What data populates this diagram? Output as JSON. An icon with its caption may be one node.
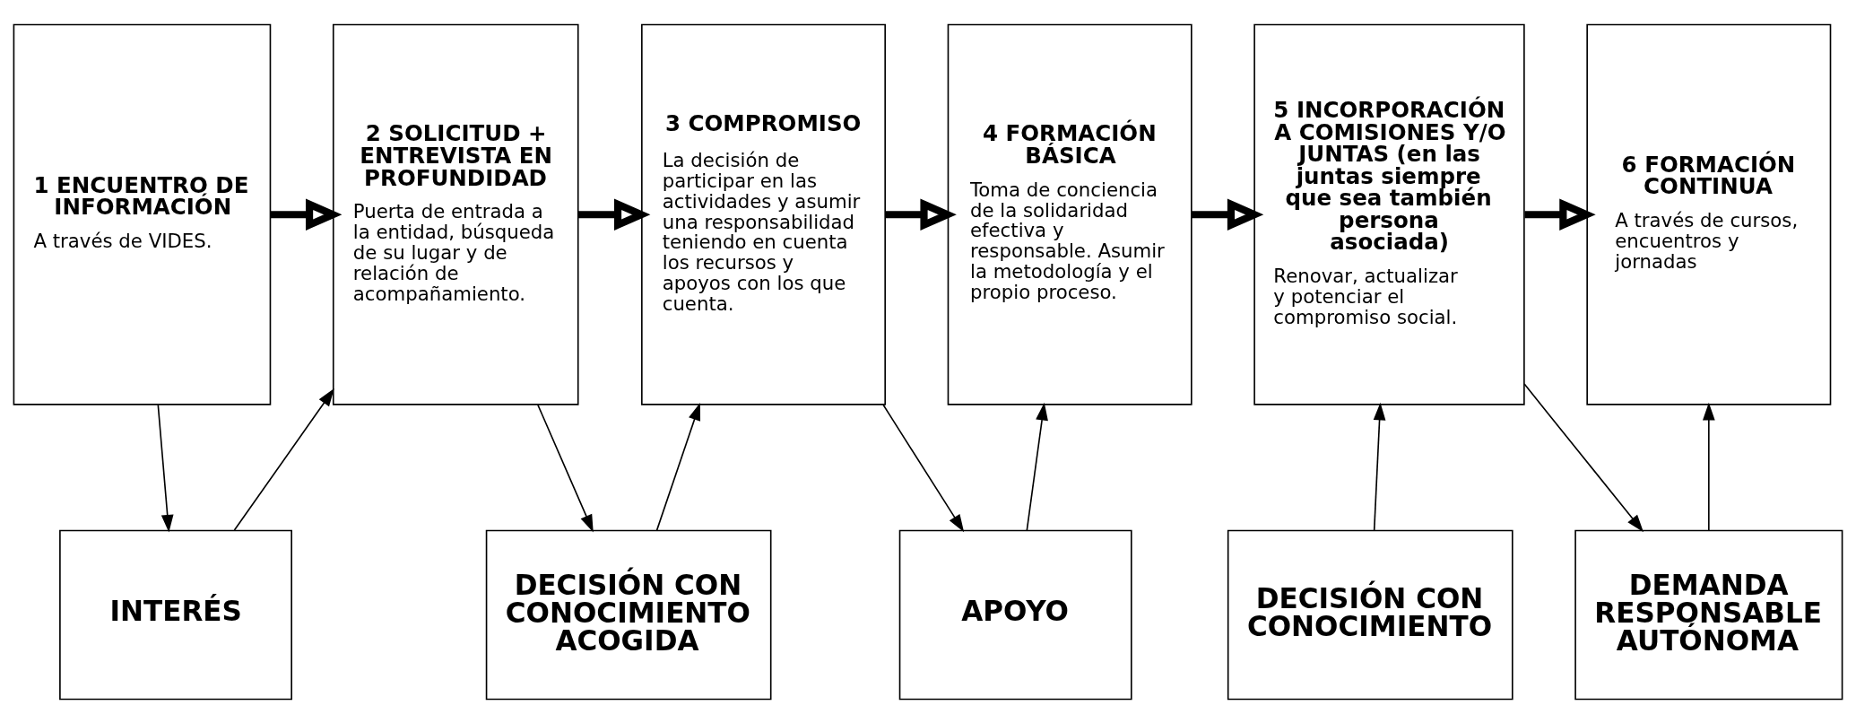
{
  "diagram": {
    "nodes": [
      {
        "text": [
          "1 ENCUENTRO DE INFORMACIÓN",
          "A través de VIDES."
        ]
      },
      {
        "text": [
          "2 SOLICITUD + ENTREVISTA EN PROFUNDIDAD",
          "Puerta de entrada a la entidad, búsqueda de su lugar y de relación de acompañamiento."
        ]
      },
      {
        "text": [
          "3 COMPROMISO",
          "La decisión de participar en las actividades y asumir una responsabilidad teniendo en cuenta los recursos y apoyos con los que cuenta."
        ]
      },
      {
        "text": [
          "4 FORMACIÓN BÁSICA",
          "Toma de conciencia de la solidaridad efectiva y responsable. Asumir la metodología y el propio proceso."
        ]
      },
      {
        "text": [
          "5 INCORPORACIÓN A COMISIONES Y/O JUNTAS (en las juntas siempre que sea también persona asociada)",
          "Renovar, actualizar y potenciar el compromiso social."
        ]
      },
      {
        "text": [
          "6 FORMACIÓN CONTINUA",
          "A través de cursos, encuentros y jornadas"
        ]
      },
      {
        "text": [
          "INTERÉS"
        ]
      },
      {
        "text": [
          "DECISIÓN CON CONOCIMIENTO ACOGIDA"
        ]
      },
      {
        "text": [
          "APOYO"
        ]
      },
      {
        "text": [
          "DECISIÓN CON CONOCIMIENTO"
        ]
      },
      {
        "text": [
          "DEMANDA RESPONSABLE AUTÓNOMA"
        ]
      }
    ],
    "edges": [
      {
        "from": 0,
        "to": 1,
        "arrow": "to",
        "style": "thick"
      },
      {
        "from": 1,
        "to": 2,
        "arrow": "to",
        "style": "thick"
      },
      {
        "from": 2,
        "to": 3,
        "arrow": "to",
        "style": "thick"
      },
      {
        "from": 3,
        "to": 4,
        "arrow": "to",
        "style": "thick"
      },
      {
        "from": 4,
        "to": 5,
        "arrow": "to",
        "style": "thick"
      },
      {
        "from": 0,
        "to": 6,
        "arrow": "to"
      },
      {
        "from": 6,
        "to": 1,
        "arrow": "to"
      },
      {
        "from": 1,
        "to": 7,
        "arrow": "to"
      },
      {
        "from": 7,
        "to": 2,
        "arrow": "to"
      },
      {
        "from": 2,
        "to": 8,
        "arrow": "to"
      },
      {
        "from": 8,
        "to": 3,
        "arrow": "to"
      },
      {
        "from": 9,
        "to": 4,
        "arrow": "to"
      },
      {
        "from": 4,
        "to": 10,
        "arrow": "to"
      },
      {
        "from": 10,
        "to": 5,
        "arrow": "to"
      }
    ]
  }
}
